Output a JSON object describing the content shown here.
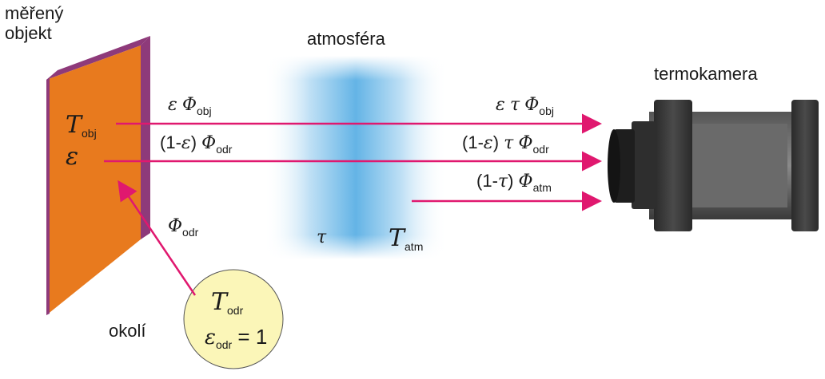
{
  "labels": {
    "object": [
      "měřený",
      "objekt"
    ],
    "atmosphere": "atmosféra",
    "camera": "termokamera",
    "surroundings": "okolí"
  },
  "symbols": {
    "eps": "ε",
    "tau": "τ",
    "phi": "Φ",
    "T": "T",
    "one": "1",
    "minus": "-",
    "equals": "= 1"
  },
  "subscripts": {
    "obj": "obj",
    "odr": "odr",
    "atm": "atm"
  },
  "colors": {
    "plate_front": "#e87a1e",
    "plate_side": "#8e3a7a",
    "arrow": "#e0186f",
    "atmosphere": "#64b4e6",
    "circle_fill": "#fbf6b8",
    "camera_body": "#3a3a3a"
  }
}
